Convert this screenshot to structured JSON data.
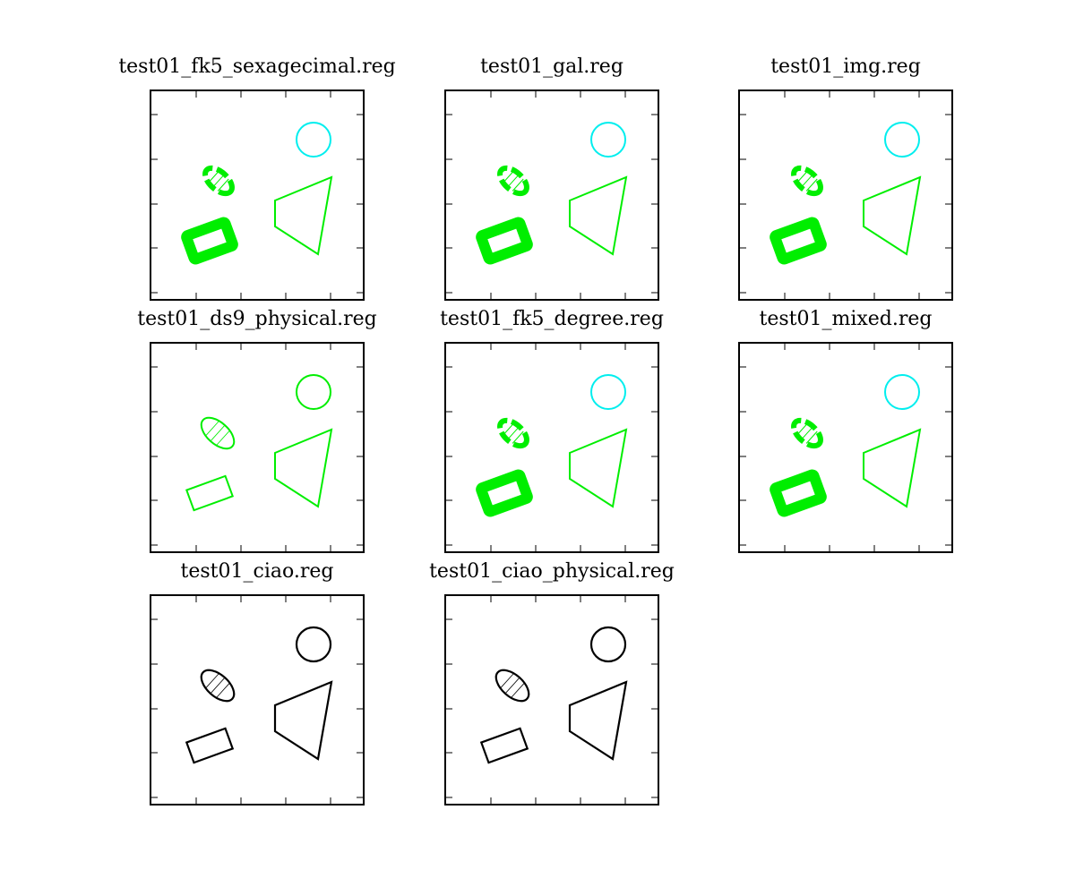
{
  "colors": {
    "green": "#00ee00",
    "cyan": "#00eeee",
    "black": "#000000",
    "axes": "#000000",
    "background": "#ffffff"
  },
  "chart_data": [
    {
      "type": "scatter",
      "title": "test01_fk5_sexagecimal.reg",
      "regions": {
        "circle": "cyan",
        "polygon": "green",
        "rectangle": "green",
        "ellipse": "green",
        "style": "thick-dashed"
      }
    },
    {
      "type": "scatter",
      "title": "test01_gal.reg",
      "regions": {
        "circle": "cyan",
        "polygon": "green",
        "rectangle": "green",
        "ellipse": "green",
        "style": "thick-dashed"
      }
    },
    {
      "type": "scatter",
      "title": "test01_img.reg",
      "regions": {
        "circle": "cyan",
        "polygon": "green",
        "rectangle": "green",
        "ellipse": "green",
        "style": "thick-dashed"
      }
    },
    {
      "type": "scatter",
      "title": "test01_ds9_physical.reg",
      "regions": {
        "circle": "green",
        "polygon": "green",
        "rectangle": "green",
        "ellipse": "green",
        "style": "thin"
      }
    },
    {
      "type": "scatter",
      "title": "test01_fk5_degree.reg",
      "regions": {
        "circle": "cyan",
        "polygon": "green",
        "rectangle": "green",
        "ellipse": "green",
        "style": "thick-dashed"
      }
    },
    {
      "type": "scatter",
      "title": "test01_mixed.reg",
      "regions": {
        "circle": "cyan",
        "polygon": "green",
        "rectangle": "green",
        "ellipse": "green",
        "style": "thick-dashed"
      }
    },
    {
      "type": "scatter",
      "title": "test01_ciao.reg",
      "regions": {
        "circle": "black",
        "polygon": "black",
        "rectangle": "black",
        "ellipse": "black",
        "style": "medium"
      }
    },
    {
      "type": "scatter",
      "title": "test01_ciao_physical.reg",
      "regions": {
        "circle": "black",
        "polygon": "black",
        "rectangle": "black",
        "ellipse": "black",
        "style": "medium"
      }
    }
  ]
}
